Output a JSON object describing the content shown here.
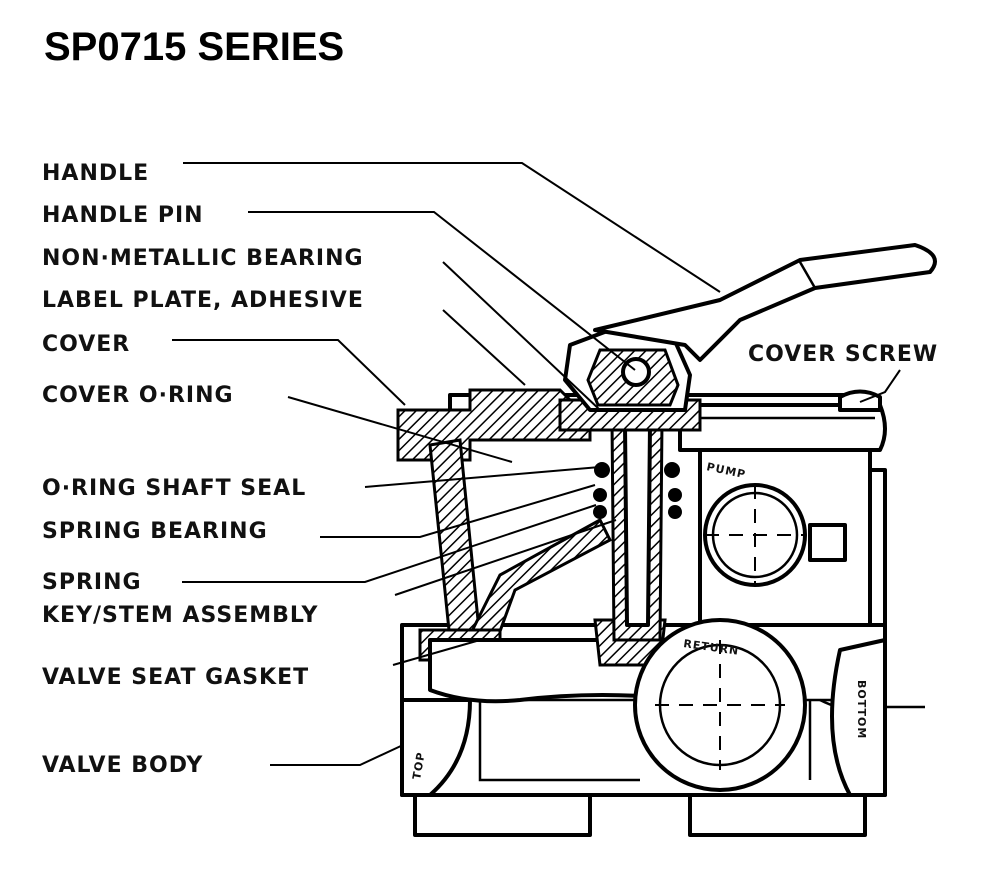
{
  "title": "SP0715 SERIES",
  "labels": {
    "handle": "HANDLE",
    "handle_pin": "HANDLE PIN",
    "non_metallic_bearing": "NON·METALLIC BEARING",
    "label_plate": "LABEL PLATE, ADHESIVE",
    "cover": "COVER",
    "cover_o_ring": "COVER O·RING",
    "cover_screw": "COVER SCREW",
    "o_ring_shaft_seal": "O·RING SHAFT SEAL",
    "spring_bearing": "SPRING BEARING",
    "spring": "SPRING",
    "key_stem_assembly": "KEY/STEM ASSEMBLY",
    "valve_seat_gasket": "VALVE SEAT GASKET",
    "valve_body": "VALVE BODY"
  },
  "port_labels": {
    "pump": "PUMP",
    "return": "RETURN",
    "top": "TOP",
    "bottom": "BOTTOM"
  }
}
